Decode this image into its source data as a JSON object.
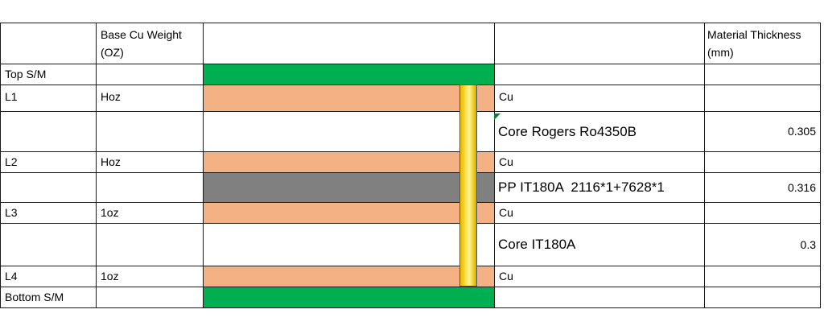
{
  "header": {
    "col_base_cu": "Base Cu Weight",
    "col_base_cu_unit": "(OZ)",
    "col_thickness": "Material Thickness",
    "col_thickness_unit": "(mm)"
  },
  "rows": [
    {
      "layer": "Top S/M",
      "weight": "",
      "material": "",
      "thickness": ""
    },
    {
      "layer": "L1",
      "weight": "Hoz",
      "material": "Cu",
      "thickness": ""
    },
    {
      "layer": "",
      "weight": "",
      "material": "Core Rogers Ro4350B",
      "thickness": "0.305"
    },
    {
      "layer": "L2",
      "weight": "Hoz",
      "material": "Cu",
      "thickness": ""
    },
    {
      "layer": "",
      "weight": "",
      "material": "PP IT180A  2116*1+7628*1",
      "thickness": "0.316"
    },
    {
      "layer": "L3",
      "weight": "1oz",
      "material": "Cu",
      "thickness": ""
    },
    {
      "layer": "",
      "weight": "",
      "material": "Core IT180A",
      "thickness": "0.3"
    },
    {
      "layer": "L4",
      "weight": "1oz",
      "material": "Cu",
      "thickness": ""
    },
    {
      "layer": "Bottom S/M",
      "weight": "",
      "material": "",
      "thickness": ""
    }
  ],
  "colors": {
    "solder_mask": "#00b050",
    "copper": "#f4b183",
    "prepreg": "#808080",
    "via": "#f2d22e"
  }
}
